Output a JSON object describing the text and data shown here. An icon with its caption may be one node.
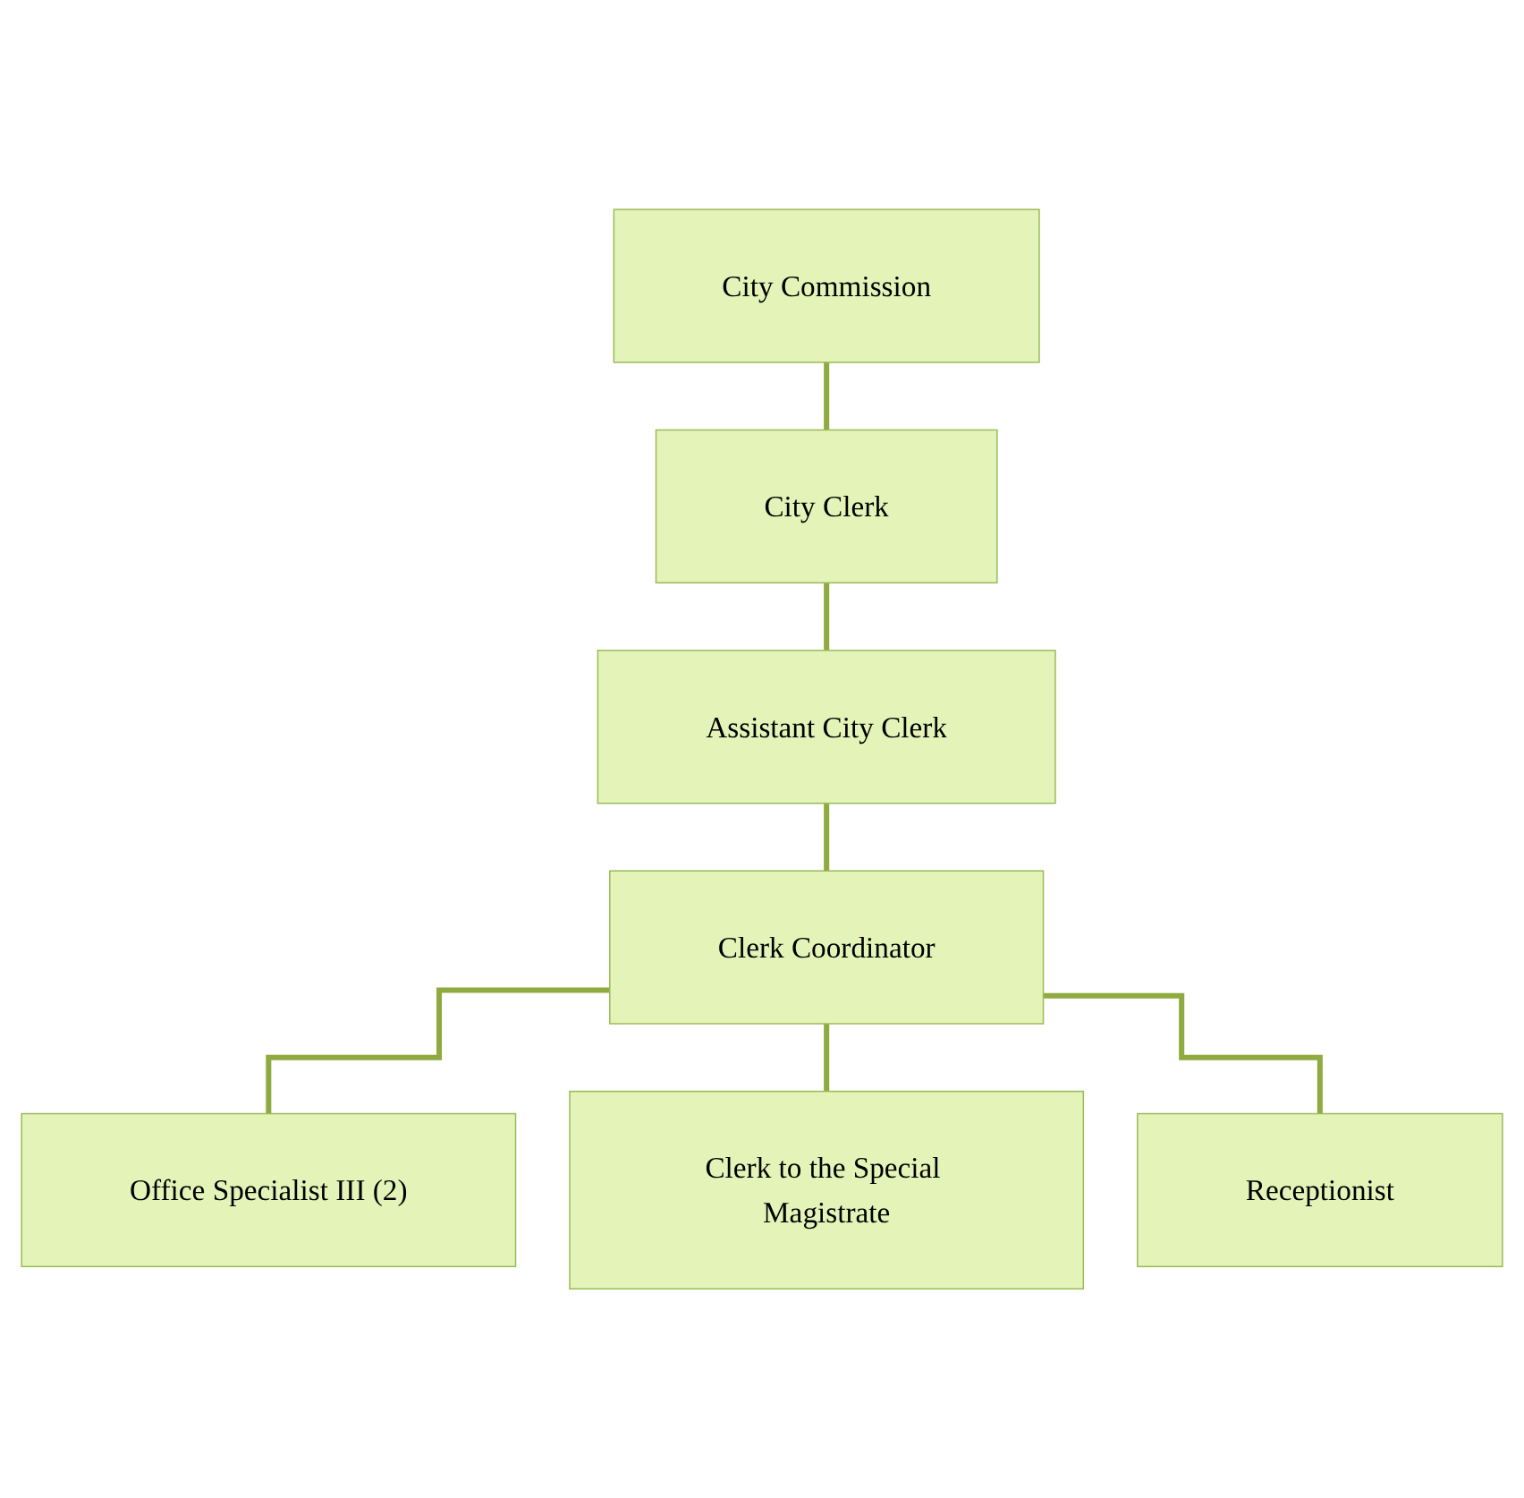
{
  "diagram": {
    "nodes": [
      {
        "text": [
          "City Commission"
        ]
      },
      {
        "text": [
          "City Clerk"
        ]
      },
      {
        "text": [
          "Assistant City Clerk"
        ]
      },
      {
        "text": [
          "Clerk Coordinator"
        ]
      },
      {
        "text": [
          "Office Specialist III (2)"
        ]
      },
      {
        "text": [
          "Clerk to the Special Magistrate"
        ]
      },
      {
        "text": [
          "Receptionist"
        ]
      }
    ],
    "edges": [
      {
        "from": 0,
        "to": 1,
        "arrow": "none"
      },
      {
        "from": 1,
        "to": 2,
        "arrow": "none"
      },
      {
        "from": 2,
        "to": 3,
        "arrow": "none"
      },
      {
        "from": 3,
        "to": 4,
        "arrow": "none"
      },
      {
        "from": 3,
        "to": 5,
        "arrow": "none"
      },
      {
        "from": 3,
        "to": 6,
        "arrow": "none"
      }
    ]
  }
}
